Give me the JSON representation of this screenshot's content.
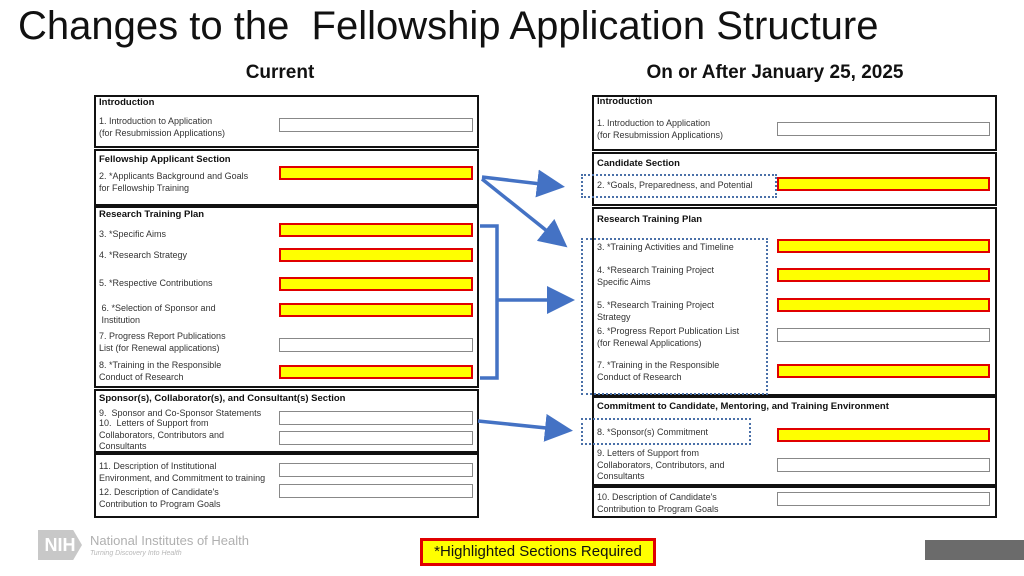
{
  "title": "Changes to the  Fellowship Application Structure",
  "current": {
    "heading": "Current",
    "sections": [
      {
        "title": "Introduction",
        "items": [
          {
            "label": "1. Introduction to Application\n(for Resubmission Applications)",
            "required": false
          }
        ]
      },
      {
        "title": "Fellowship Applicant Section",
        "items": [
          {
            "label": "2. *Applicants Background and Goals\nfor Fellowship Training",
            "required": true
          }
        ]
      },
      {
        "title": "Research Training Plan",
        "items": [
          {
            "label": "3. *Specific Aims",
            "required": true
          },
          {
            "label": "4. *Research Strategy",
            "required": true
          },
          {
            "label": "5. *Respective Contributions",
            "required": true
          },
          {
            "label": " 6. *Selection of Sponsor and\n Institution",
            "required": true
          },
          {
            "label": "7. Progress Report Publications\nList (for Renewal applications)",
            "required": false
          },
          {
            "label": "8. *Training in the Responsible\nConduct of Research",
            "required": true
          }
        ]
      },
      {
        "title": "Sponsor(s), Collaborator(s), and Consultant(s) Section",
        "items": [
          {
            "label": "9.  Sponsor and Co-Sponsor Statements",
            "required": false
          },
          {
            "label": "10.  Letters of Support from\nCollaborators, Contributors and\nConsultants",
            "required": false
          }
        ]
      },
      {
        "title": "",
        "items": [
          {
            "label": "11. Description of Institutional\nEnvironment, and Commitment to training",
            "required": false
          },
          {
            "label": "12. Description of Candidate's\nContribution to Program Goals",
            "required": false
          }
        ]
      }
    ]
  },
  "new": {
    "heading": "On or After January 25, 2025",
    "sections": [
      {
        "title": "Introduction",
        "items": [
          {
            "label": "1. Introduction to Application\n(for Resubmission Applications)",
            "required": false
          }
        ]
      },
      {
        "title": "Candidate Section",
        "items": [
          {
            "label": "2. *Goals, Preparedness, and Potential",
            "required": true
          }
        ]
      },
      {
        "title": "Research Training Plan",
        "items": [
          {
            "label": "3. *Training Activities and Timeline",
            "required": true
          },
          {
            "label": "4. *Research Training Project\nSpecific Aims",
            "required": true
          },
          {
            "label": "5. *Research Training Project\nStrategy",
            "required": true
          },
          {
            "label": "6. *Progress Report Publication List\n(for Renewal Applications)",
            "required": false
          },
          {
            "label": "7. *Training in the Responsible\nConduct of Research",
            "required": true
          }
        ]
      },
      {
        "title": "Commitment to Candidate, Mentoring, and Training Environment",
        "items": [
          {
            "label": "8. *Sponsor(s) Commitment",
            "required": true
          },
          {
            "label": "9. Letters of Support from\nCollaborators, Contributors, and\nConsultants",
            "required": false
          }
        ]
      },
      {
        "title": "",
        "items": [
          {
            "label": "10. Description of Candidate's\nContribution to Program Goals",
            "required": false
          }
        ]
      }
    ]
  },
  "legend": "*Highlighted Sections Required",
  "footer": {
    "logo_text": "NIH",
    "org_name": "National Institutes of Health",
    "tagline": "Turning Discovery Into Health"
  },
  "colors": {
    "arrow": "#4472C4",
    "required_fill": "#FFFF00",
    "required_border": "#E00000"
  }
}
